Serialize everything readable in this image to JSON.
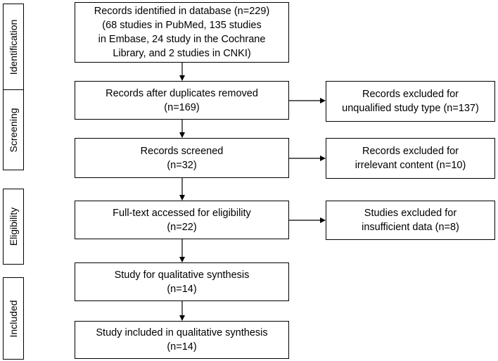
{
  "stages": [
    {
      "id": "identification",
      "label": "Identification"
    },
    {
      "id": "screening",
      "label": "Screening"
    },
    {
      "id": "eligibility",
      "label": "Eligibility"
    },
    {
      "id": "included",
      "label": "Included"
    }
  ],
  "boxes": {
    "identified": [
      "Records identified in database (n=229)",
      "(68 studies in PubMed, 135 studies",
      "in Embase, 24 study in the Cochrane",
      "Library, and 2 studies in CNKI)"
    ],
    "duplicates_removed": [
      "Records after duplicates removed",
      "(n=169)"
    ],
    "screened": [
      "Records screened",
      "(n=32)"
    ],
    "fulltext": [
      "Full-text accessed for eligibility",
      "(n=22)"
    ],
    "qualitative": [
      "Study for qualitative synthesis",
      "(n=14)"
    ],
    "included": [
      "Study included in qualitative synthesis",
      "(n=14)"
    ],
    "excluded_type": [
      "Records excluded for",
      "unqualified study type (n=137)"
    ],
    "excluded_content": [
      "Records excluded for",
      "irrelevant content (n=10)"
    ],
    "excluded_data": [
      "Studies excluded for",
      "insufficient data (n=8)"
    ]
  }
}
